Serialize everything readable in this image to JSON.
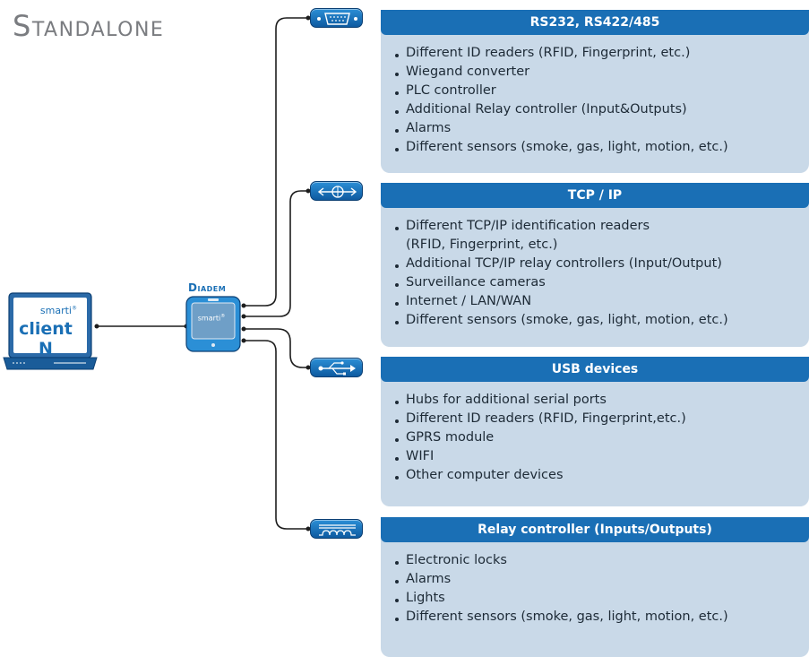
{
  "title": "Standalone",
  "client": {
    "brand": "smarti",
    "label": "client N"
  },
  "hub": {
    "name": "Diadem",
    "brand": "smarti"
  },
  "colors": {
    "accent": "#1a6fb5",
    "panel_bg": "#c9d9e8",
    "title_gray": "#7a7c80"
  },
  "panels": [
    {
      "title": "RS232, RS422/485",
      "icon": "serial-port-icon",
      "items": [
        "Different ID readers (RFID, Fingerprint, etc.)",
        "Wiegand converter",
        "PLC controller",
        "Additional Relay controller (Input&Outputs)",
        "Alarms",
        "Different sensors (smoke, gas, light, motion, etc.)"
      ]
    },
    {
      "title": "TCP / IP",
      "icon": "network-icon",
      "items": [
        "Different TCP/IP identification readers",
        "(RFID, Fingerprint, etc.)",
        "Additional TCP/IP relay controllers (Input/Output)",
        "Surveillance cameras",
        "Internet / LAN/WAN",
        "Different sensors (smoke, gas, light, motion, etc.)"
      ]
    },
    {
      "title": "USB devices",
      "icon": "usb-icon",
      "items": [
        "Hubs for additional serial ports",
        "Different ID readers (RFID, Fingerprint,etc.)",
        "GPRS module",
        "WIFI",
        "Other computer devices"
      ]
    },
    {
      "title": "Relay controller (Inputs/Outputs)",
      "icon": "relay-icon",
      "items": [
        "Electronic locks",
        "Alarms",
        "Lights",
        "Different sensors (smoke, gas, light, motion, etc.)"
      ]
    }
  ]
}
